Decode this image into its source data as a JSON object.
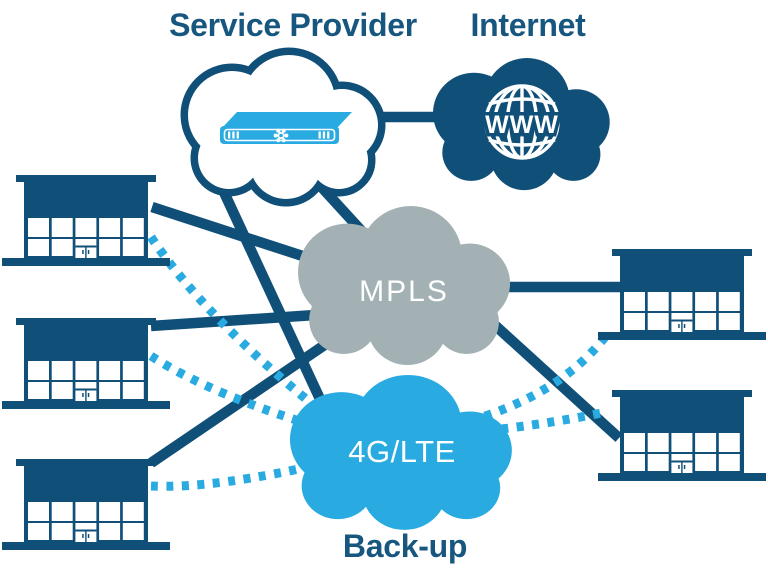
{
  "labels": {
    "service_provider": "Service Provider",
    "internet": "Internet",
    "backup": "Back-up"
  },
  "clouds": {
    "service_provider": {
      "name": "Service Provider cloud",
      "fill": "#ffffff",
      "outline": "#0F4F78",
      "icon": "router-icon"
    },
    "internet": {
      "name": "Internet cloud",
      "fill": "#0F4F78",
      "icon": "www-globe-icon",
      "globe_text": "WWW"
    },
    "mpls": {
      "label": "MPLS",
      "fill": "#A3B1B5"
    },
    "lte": {
      "label": "4G/LTE",
      "fill": "#29ABE2"
    }
  },
  "sites": {
    "left_buildings": 3,
    "right_buildings": 2,
    "building_color": "#0F4F78",
    "window_color": "#ffffff"
  },
  "links": {
    "solid": {
      "style": "solid",
      "color": "#0F4F78",
      "connections": [
        "service-provider - internet",
        "service-provider - mpls",
        "service-provider - 4g-lte",
        "left-building-1 - mpls",
        "left-building-2 - mpls",
        "left-building-3 - mpls",
        "mpls - right-building-1",
        "mpls - right-building-2"
      ]
    },
    "dotted": {
      "style": "dotted",
      "color": "#29ABE2",
      "connections": [
        "left-building-1 - 4g-lte",
        "left-building-2 - 4g-lte",
        "left-building-3 - 4g-lte",
        "4g-lte - right-building-1",
        "4g-lte - right-building-2"
      ]
    }
  },
  "colors": {
    "dark_blue": "#0F4F78",
    "light_blue": "#29ABE2",
    "gray": "#A3B1B5",
    "text_blue": "#17577F",
    "background": "#ffffff"
  }
}
